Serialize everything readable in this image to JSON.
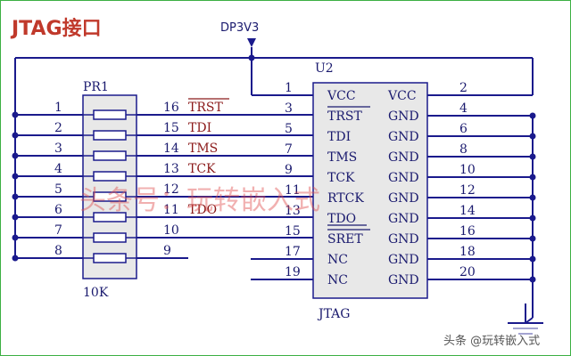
{
  "title": "JTAG接口",
  "power_net": "DP3V3",
  "resistor_pack": {
    "ref": "PR1",
    "value": "10K",
    "left_pins": [
      "1",
      "2",
      "3",
      "4",
      "5",
      "6",
      "7",
      "8"
    ],
    "right_pins": [
      "16",
      "15",
      "14",
      "13",
      "12",
      "11",
      "10",
      "9"
    ],
    "net_labels": [
      "TRST",
      "TDI",
      "TMS",
      "TCK",
      "",
      "TDO",
      "",
      ""
    ]
  },
  "connector": {
    "ref": "U2",
    "name": "JTAG",
    "left_pin_numbers": [
      "1",
      "3",
      "5",
      "7",
      "9",
      "11",
      "13",
      "15",
      "17",
      "19"
    ],
    "left_signals": [
      "VCC",
      "TRST",
      "TDI",
      "TMS",
      "TCK",
      "RTCK",
      "TDO",
      "SRET",
      "NC",
      "NC"
    ],
    "right_signals": [
      "VCC",
      "GND",
      "GND",
      "GND",
      "GND",
      "GND",
      "GND",
      "GND",
      "GND",
      "GND"
    ],
    "right_pin_numbers": [
      "2",
      "4",
      "6",
      "8",
      "10",
      "12",
      "14",
      "16",
      "18",
      "20"
    ]
  },
  "watermark": "头条号：玩转嵌入式",
  "footer_watermark": "头条 @玩转嵌入式",
  "colors": {
    "wire": "#1a1a8c",
    "text": "#1a1a6e",
    "net_label": "#8b1a1a",
    "title": "#c0392b",
    "component": "#e8e8e8",
    "watermark": "#e05050"
  }
}
